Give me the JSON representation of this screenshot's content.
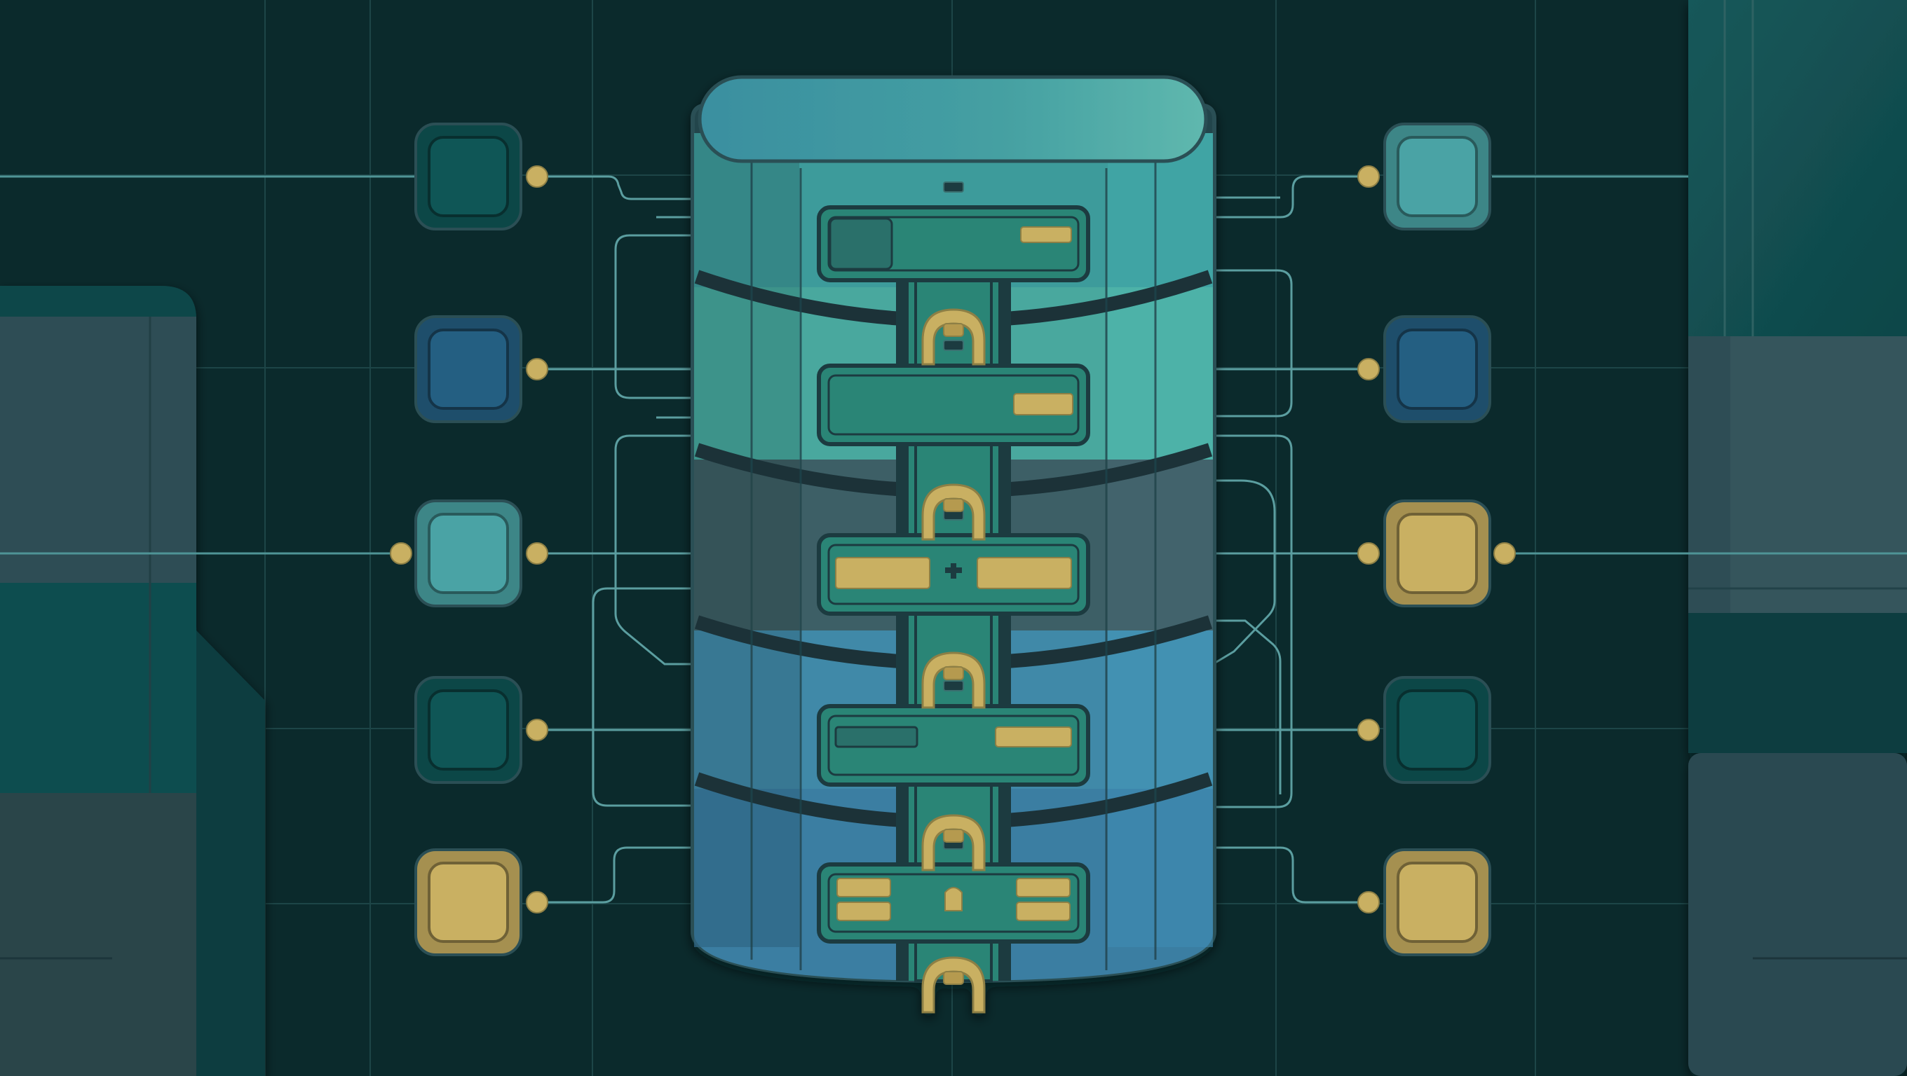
{
  "diagram": {
    "colors": {
      "background": "#0b2a2c",
      "grid_line": "#1f4a4c",
      "connector": "#5b9ea0",
      "gold": "#c9b062",
      "gold_dark": "#8d7f45",
      "outline": "#2b4f55",
      "node_dark_teal": "#0f5656",
      "node_blue": "#245f82",
      "node_light_teal": "#4aa3a5",
      "node_gold": "#c9b062",
      "cylinder_top": "#4fa6a6",
      "band_light_teal": "#3d9b9b",
      "band_mint": "#48a89e",
      "band_slate": "#3e5f66",
      "band_blue": "#3f89a8",
      "band_steel_blue": "#3a7ea2"
    },
    "left_nodes": [
      {
        "fill": "dark-teal",
        "icon": "square-node-icon"
      },
      {
        "fill": "blue",
        "icon": "square-node-icon"
      },
      {
        "fill": "light-teal",
        "icon": "square-node-icon"
      },
      {
        "fill": "dark-teal",
        "icon": "square-node-icon"
      },
      {
        "fill": "gold",
        "icon": "square-node-icon"
      }
    ],
    "right_nodes": [
      {
        "fill": "light-teal",
        "icon": "square-node-icon"
      },
      {
        "fill": "blue",
        "icon": "square-node-icon"
      },
      {
        "fill": "gold",
        "icon": "square-node-icon"
      },
      {
        "fill": "dark-teal",
        "icon": "square-node-icon"
      },
      {
        "fill": "gold",
        "icon": "square-node-icon"
      }
    ],
    "cylinder_bands": [
      "light-teal",
      "mint",
      "slate",
      "blue",
      "steel-blue"
    ]
  }
}
